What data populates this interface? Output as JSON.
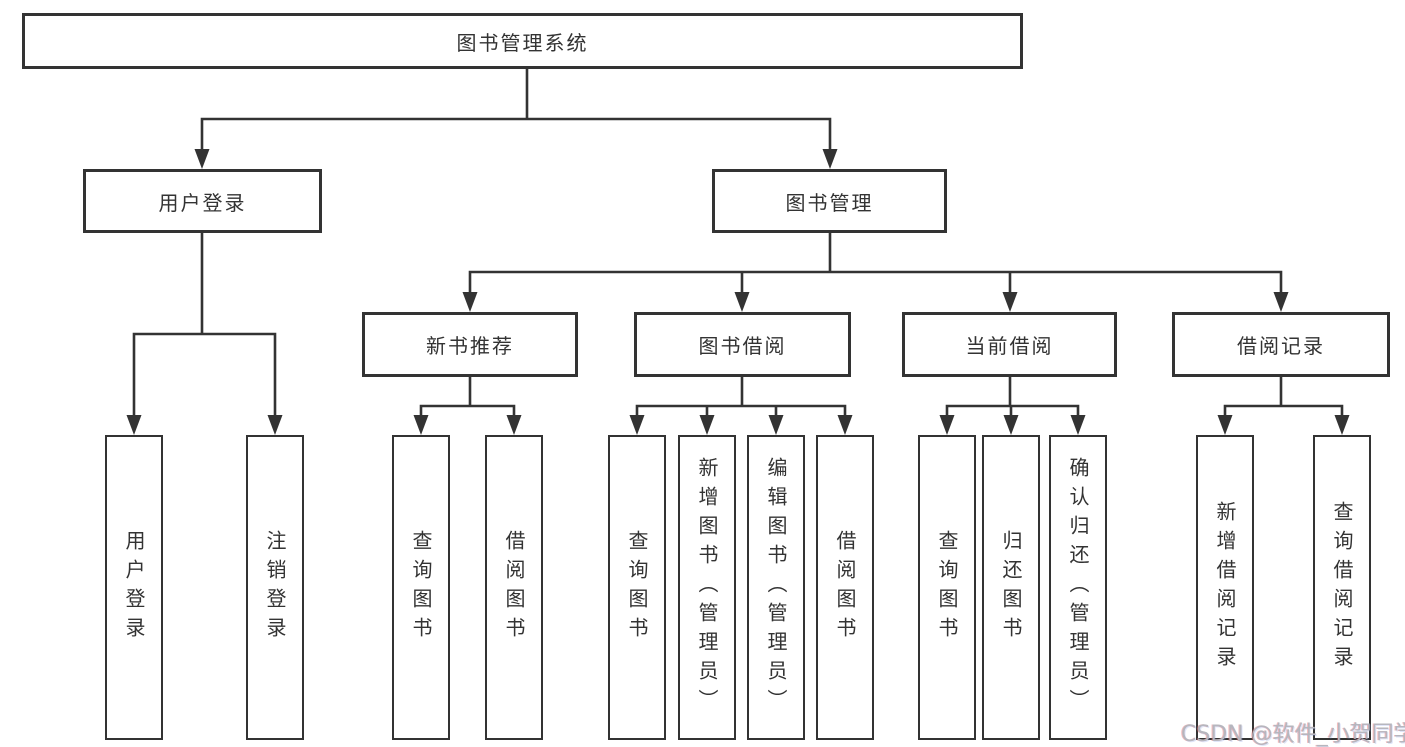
{
  "colors": {
    "line": "#333333",
    "text": "#333333",
    "background": "#ffffff",
    "watermark": "#b6b6be"
  },
  "watermark": {
    "text": "CSDN @软件_小贺同学"
  },
  "tree": {
    "label": "图书管理系统",
    "children": [
      {
        "label": "用户登录",
        "children": [
          {
            "label": "用户登录"
          },
          {
            "label": "注销登录"
          }
        ]
      },
      {
        "label": "图书管理",
        "children": [
          {
            "label": "新书推荐",
            "children": [
              {
                "label": "查询图书"
              },
              {
                "label": "借阅图书"
              }
            ]
          },
          {
            "label": "图书借阅",
            "children": [
              {
                "label": "查询图书"
              },
              {
                "label": "新增图书（管理员）"
              },
              {
                "label": "编辑图书（管理员）"
              },
              {
                "label": "借阅图书"
              }
            ]
          },
          {
            "label": "当前借阅",
            "children": [
              {
                "label": "查询图书"
              },
              {
                "label": "归还图书"
              },
              {
                "label": "确认归还（管理员）"
              }
            ]
          },
          {
            "label": "借阅记录",
            "children": [
              {
                "label": "新增借阅记录"
              },
              {
                "label": "查询借阅记录"
              }
            ]
          }
        ]
      }
    ]
  }
}
